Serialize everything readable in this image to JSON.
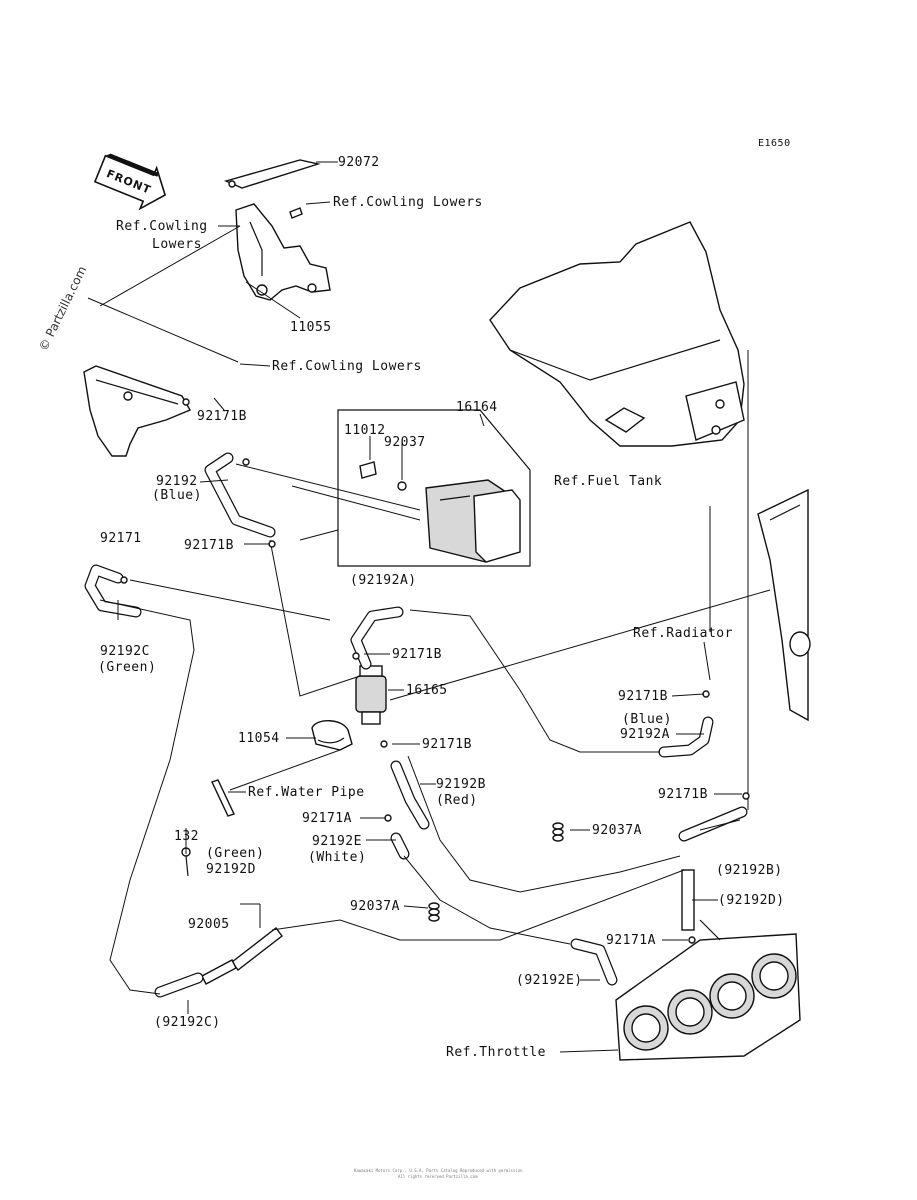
{
  "diagram": {
    "code": "E1650",
    "watermark": "© Partzilla.com",
    "front_label": "FRONT",
    "footer_line1": "Kawasaki Motors Corp., U.S.A. Parts Catalog Reproduced with permission",
    "footer_line2": "All rights reserved Partzilla.com"
  },
  "labels": {
    "p92072": "92072",
    "ref_cowl_lowers_top": "Ref.Cowling Lowers",
    "ref_cowl_l1": "Ref.Cowling",
    "ref_cowl_l2": "Lowers",
    "p11055": "11055",
    "ref_cowl_lowers_mid": "Ref.Cowling Lowers",
    "p92171b_1": "92171B",
    "p16164": "16164",
    "p11012": "11012",
    "p92037": "92037",
    "ref_fuel_tank": "Ref.Fuel Tank",
    "p92192": "92192",
    "blue_1": "(Blue)",
    "p92171": "92171",
    "p92171b_2": "92171B",
    "p92192a_par": "(92192A)",
    "p92192c": "92192C",
    "green_1": "(Green)",
    "ref_radiator": "Ref.Radiator",
    "p92171b_3": "92171B",
    "p16165": "16165",
    "p92171b_4": "92171B",
    "blue_2": "(Blue)",
    "p92192a": "92192A",
    "p11054": "11054",
    "p92171b_5": "92171B",
    "ref_water_pipe": "Ref.Water Pipe",
    "p92192b": "92192B",
    "red": "(Red)",
    "p92171b_6": "92171B",
    "p132": "132",
    "p92171a_1": "92171A",
    "p92192e": "92192E",
    "white": "(White)",
    "p92037a_1": "92037A",
    "green_2": "(Green)",
    "p92192d": "92192D",
    "p92192b_par": "(92192B)",
    "p92037a_2": "92037A",
    "p92192d_par": "(92192D)",
    "p92005": "92005",
    "p92171a_2": "92171A",
    "p92192e_par": "(92192E)",
    "p92192c_par": "(92192C)",
    "ref_throttle": "Ref.Throttle"
  }
}
